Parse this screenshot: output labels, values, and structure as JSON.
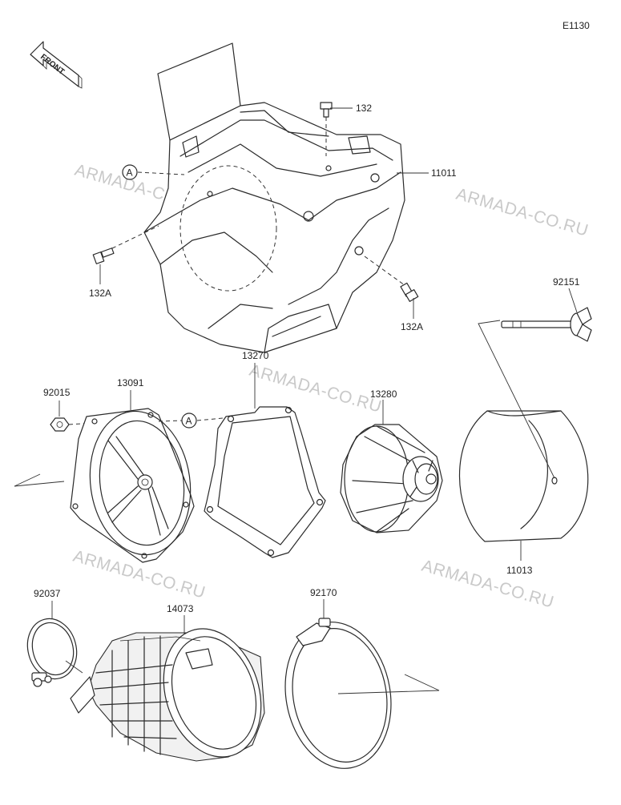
{
  "diagram_code": "E1130",
  "front_label": "FRONT",
  "watermark": "ARMADA-CO.RU",
  "ref_marker": "A",
  "parts": {
    "p132": "132",
    "p11011": "11011",
    "p132A_left": "132A",
    "p132A_right": "132A",
    "p92151": "92151",
    "p92015": "92015",
    "p13091": "13091",
    "p13270": "13270",
    "p13280": "13280",
    "p11013": "11013",
    "p92037": "92037",
    "p14073": "14073",
    "p92170": "92170"
  }
}
